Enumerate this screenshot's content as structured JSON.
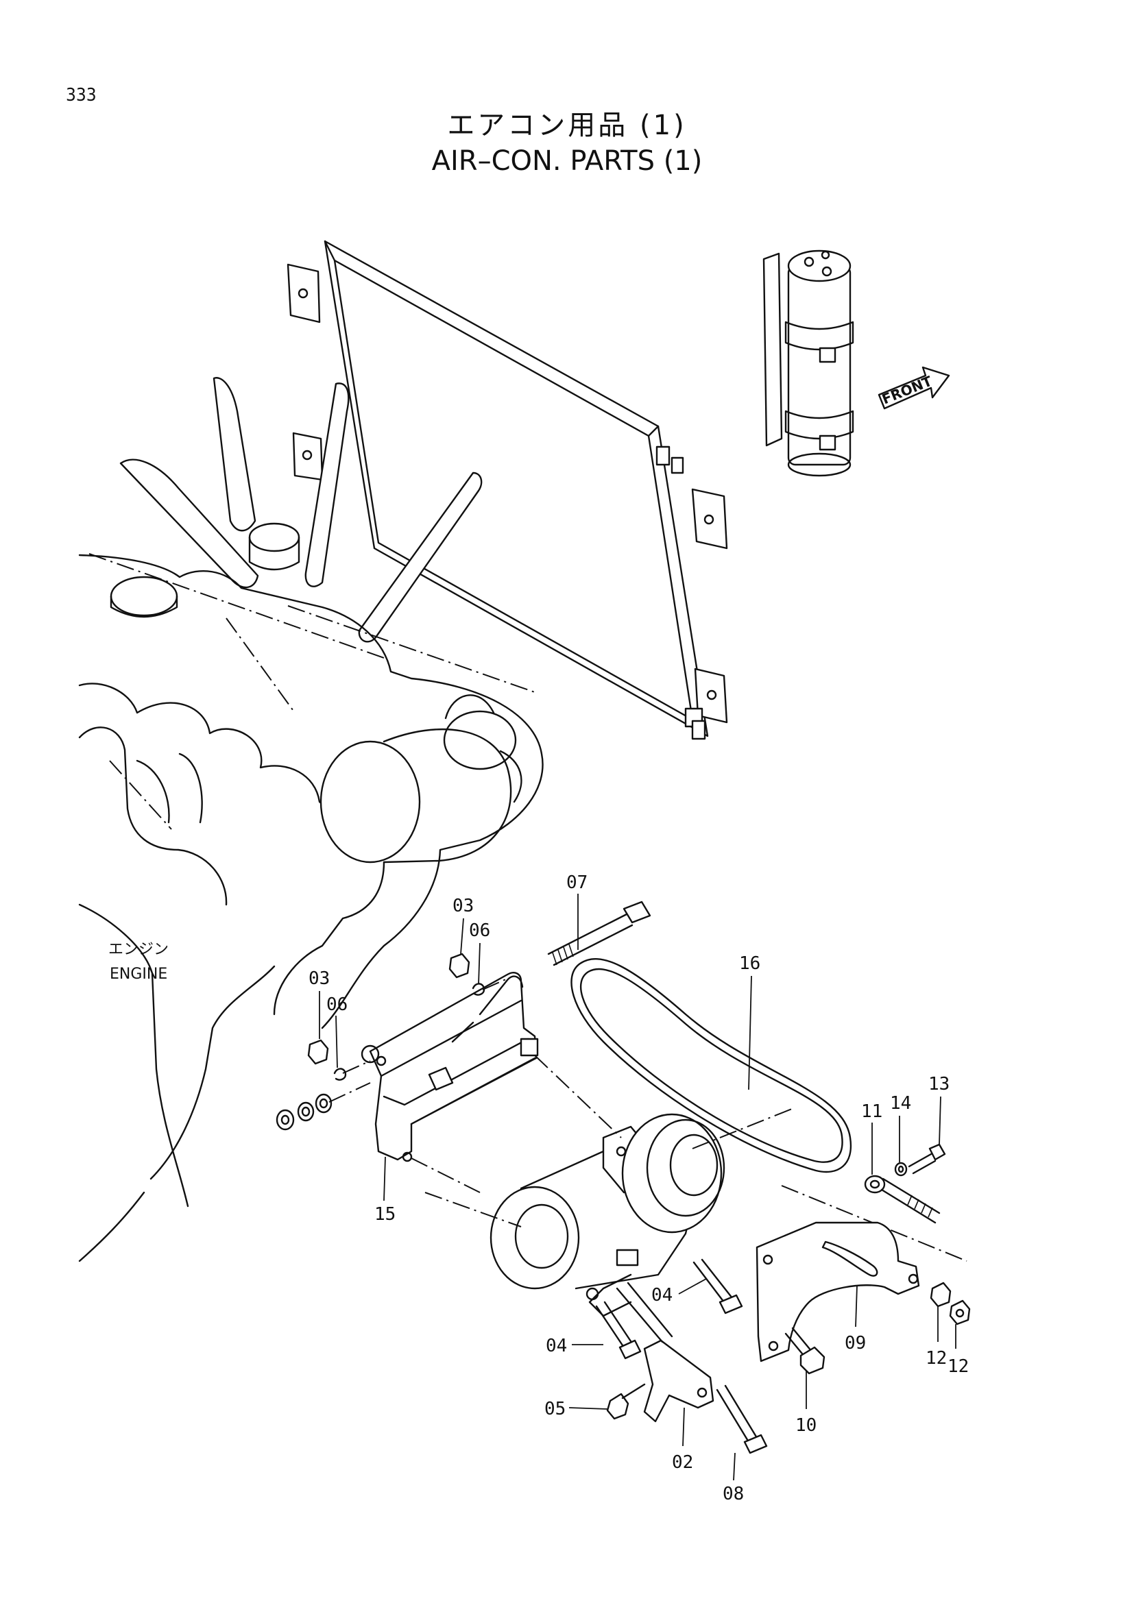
{
  "page_number": "333",
  "title_jp": "エアコン用品 (1)",
  "title_en": "AIR–CON.  PARTS (1)",
  "engine_label_jp": "エンジン",
  "engine_label_en": "ENGINE",
  "front_label": "FRONT",
  "callouts": {
    "c07": "07",
    "c03a": "03",
    "c06a": "06",
    "c16": "16",
    "c03b": "03",
    "c06b": "06",
    "c15": "15",
    "c13": "13",
    "c14": "14",
    "c11": "11",
    "c04a": "04",
    "c04b": "04",
    "c09": "09",
    "c12a": "12",
    "c12b": "12",
    "c05": "05",
    "c10": "10",
    "c02": "02",
    "c08": "08"
  }
}
